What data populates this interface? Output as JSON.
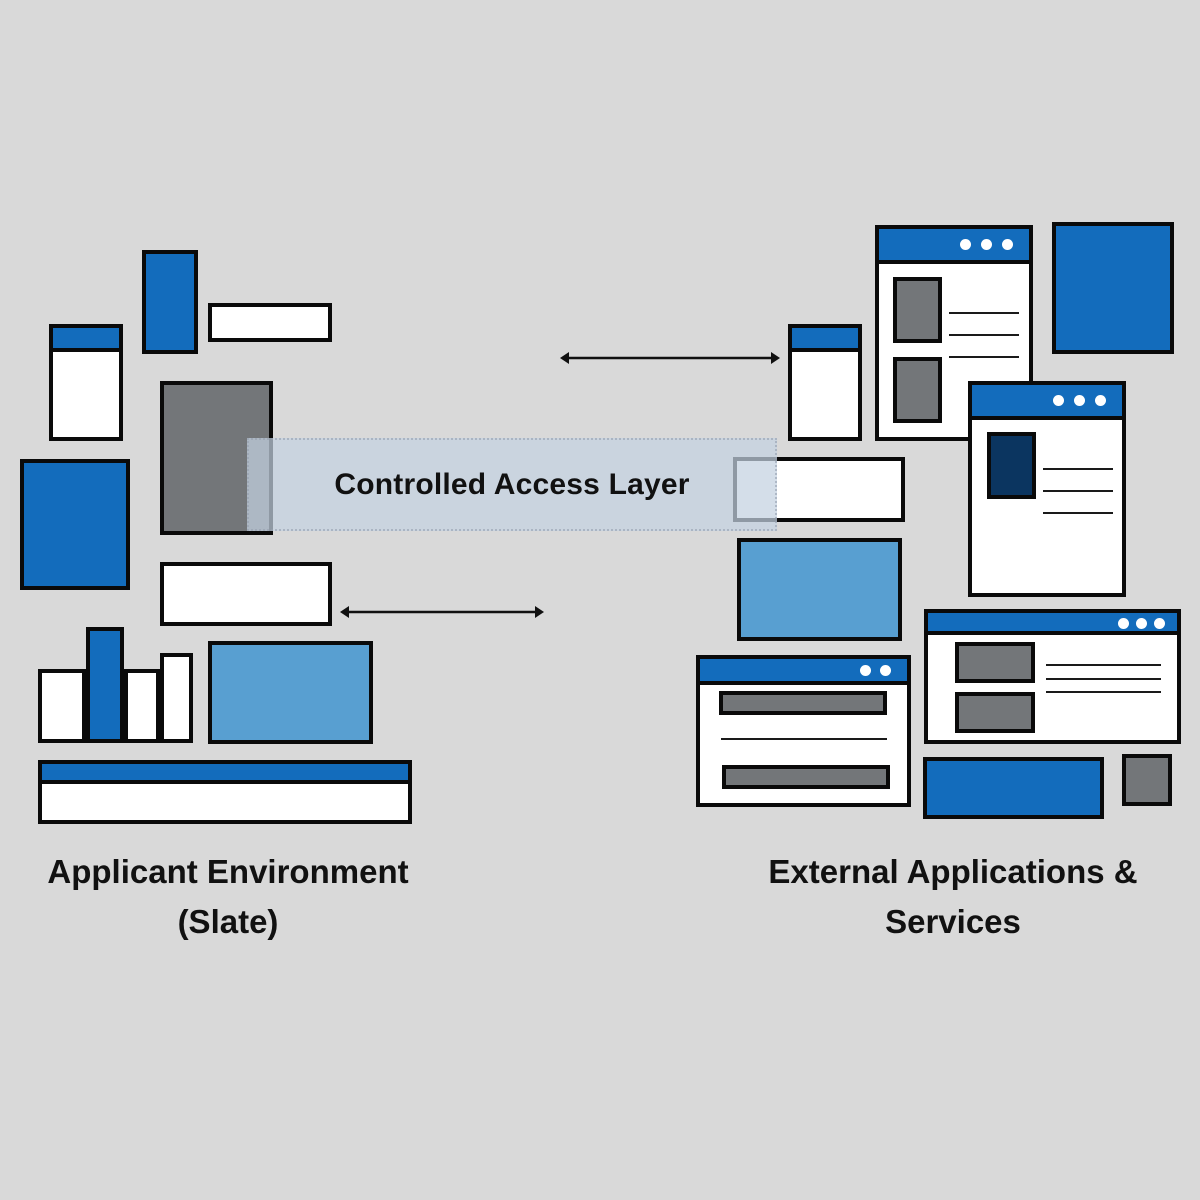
{
  "diagram": {
    "layer_label": "Controlled Access Layer",
    "left_group": {
      "caption_line1": "Applicant Environment",
      "caption_line2": "(Slate)"
    },
    "right_group": {
      "caption_line1": "External Applications &",
      "caption_line2": "Services"
    },
    "connectors": [
      {
        "name": "upper-connector",
        "type": "bidirectional-arrow"
      },
      {
        "name": "lower-connector",
        "type": "bidirectional-arrow"
      }
    ],
    "colors": {
      "background": "#d9d9d9",
      "primary_blue": "#136cbc",
      "light_blue": "#589fd1",
      "navy": "#0b3560",
      "gray": "#737679",
      "outline": "#0a0a0a",
      "layer_fill": "#c4d1e0"
    }
  }
}
